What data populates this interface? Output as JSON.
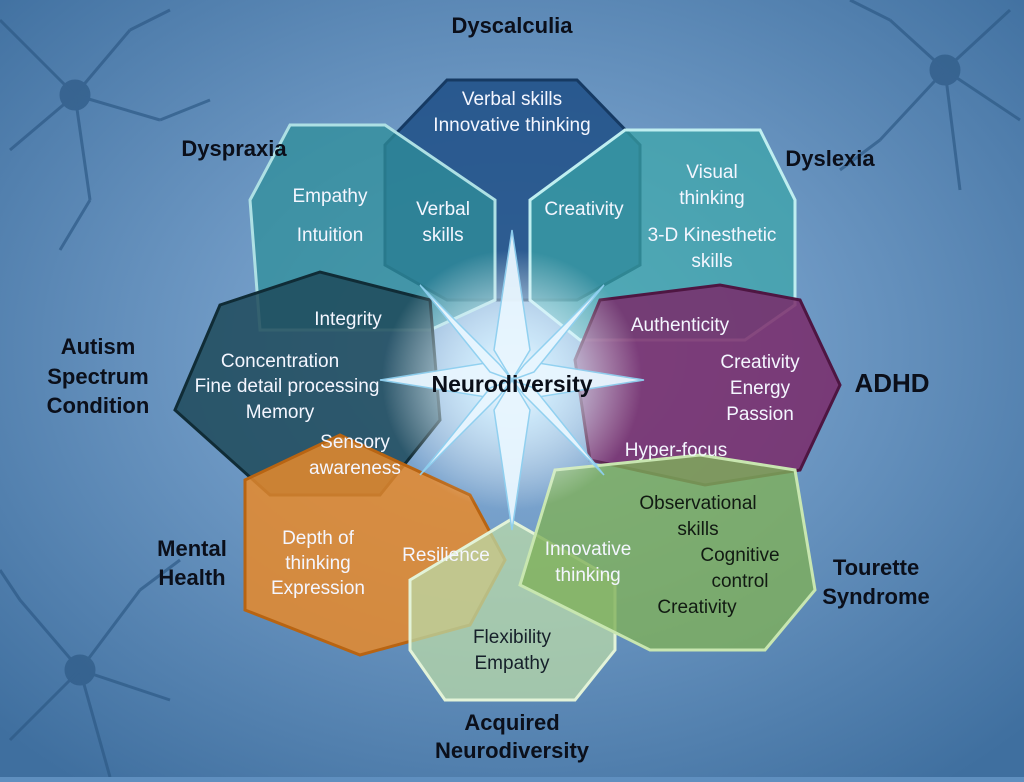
{
  "center_label": "Neurodiversity",
  "colors": {
    "background": "#5f8fbf",
    "dyscalculia": "#1f4f86",
    "dyspraxia": "#2f8f9a",
    "dyslexia": "#3aa6a8",
    "adhd": "#7a2a6a",
    "autism": "#1f4a5a",
    "mental_health": "#e88a2a",
    "acquired": "#b9d9a8",
    "tourette": "#7fb05a"
  },
  "categories": {
    "dyscalculia": "Dyscalculia",
    "dyspraxia": "Dyspraxia",
    "dyslexia": "Dyslexia",
    "adhd": "ADHD",
    "autism": [
      "Autism",
      "Spectrum",
      "Condition"
    ],
    "mental_health": [
      "Mental",
      "Health"
    ],
    "acquired": [
      "Acquired",
      "Neurodiversity"
    ],
    "tourette": [
      "Tourette",
      "Syndrome"
    ]
  },
  "traits": {
    "dyscalculia": [
      "Verbal skills",
      "Innovative thinking"
    ],
    "dyscalculia_inner_left": [
      "Verbal",
      "skills"
    ],
    "dyscalculia_inner_right": "Creativity",
    "dyspraxia": [
      "Empathy",
      "Intuition"
    ],
    "dyslexia": [
      "Visual",
      "thinking",
      "3-D Kinesthetic",
      "skills"
    ],
    "autism_top": "Integrity",
    "autism": [
      "Concentration",
      "Fine detail processing",
      "Memory"
    ],
    "autism_bottom": [
      "Sensory",
      "awareness"
    ],
    "adhd_top": "Authenticity",
    "adhd": [
      "Creativity",
      "Energy",
      "Passion"
    ],
    "adhd_bottom": "Hyper-focus",
    "mental_health": [
      "Depth of",
      "thinking",
      "Expression"
    ],
    "mental_health_inner": "Resilience",
    "acquired": [
      "Flexibility",
      "Empathy"
    ],
    "tourette_inner": [
      "Innovative",
      "thinking"
    ],
    "tourette": [
      "Observational",
      "skills",
      "Cognitive",
      "control",
      "Creativity"
    ]
  }
}
